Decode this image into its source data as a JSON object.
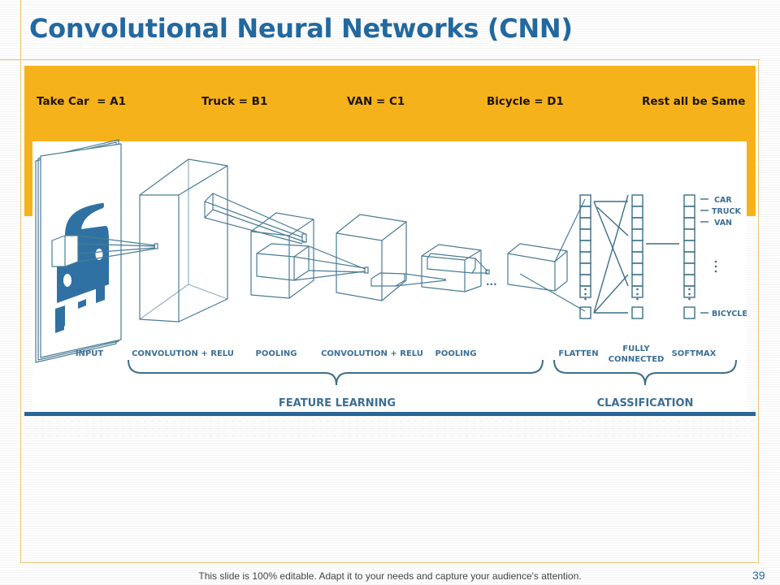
{
  "slide": {
    "title": "Convolutional Neural Networks (CNN)",
    "footer": "This slide is 100% editable. Adapt it to your needs and capture your audience's attention.",
    "page_number": "39"
  },
  "legend": [
    {
      "label": "Take Car  = A1"
    },
    {
      "label": "Truck = B1"
    },
    {
      "label": "VAN = C1"
    },
    {
      "label": "Bicycle = D1"
    },
    {
      "label": "Rest all be Same"
    }
  ],
  "diagram": {
    "stages": {
      "input": "INPUT",
      "conv1": "CONVOLUTION + RELU",
      "pool1": "POOLING",
      "conv2": "CONVOLUTION + RELU",
      "pool2": "POOLING",
      "flatten": "FLATTEN",
      "fully_connected_line1": "FULLY",
      "fully_connected_line2": "CONNECTED",
      "softmax": "SOFTMAX"
    },
    "groups": {
      "feature_learning": "FEATURE LEARNING",
      "classification": "CLASSIFICATION"
    },
    "outputs": [
      "CAR",
      "TRUCK",
      "VAN",
      "BICYCLE"
    ],
    "ellipsis": "..."
  },
  "colors": {
    "title_blue": "#23689f",
    "band_orange": "#f6b21b",
    "diagram_blue": "#2f71a3",
    "line_teal": "#3c6f86"
  }
}
